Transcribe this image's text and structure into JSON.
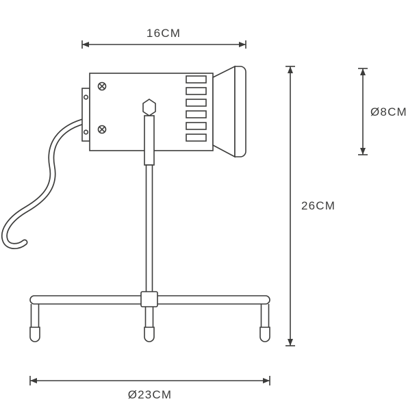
{
  "drawing": {
    "subject": "table spotlight lamp technical dimension drawing",
    "line_color": "#3c3c3b",
    "background_color": "#ffffff",
    "labels": {
      "top_width": "16CM",
      "shade_diameter": "Ø8CM",
      "total_height": "26CM",
      "base_diameter": "Ø23CM"
    }
  }
}
